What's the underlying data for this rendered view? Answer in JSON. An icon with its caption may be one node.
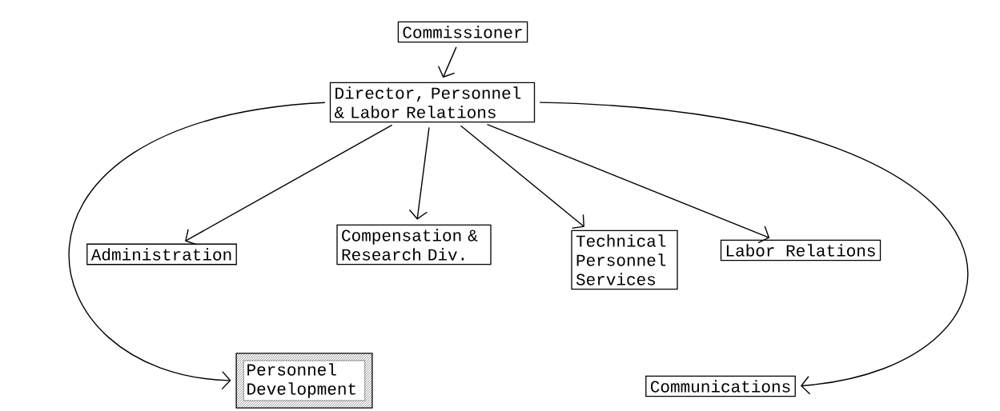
{
  "diagram": {
    "nodes": [
      {
        "text": [
          "Commissioner"
        ]
      },
      {
        "text": [
          "Director, Personnel & Labor Relations"
        ]
      },
      {
        "text": [
          "Administration"
        ]
      },
      {
        "text": [
          "Compensation & Research Div."
        ]
      },
      {
        "text": [
          "Technical Personnel Services"
        ]
      },
      {
        "text": [
          "Labor Relations"
        ]
      },
      {
        "text": [
          "Personnel Development"
        ]
      },
      {
        "text": [
          "Communications"
        ]
      }
    ],
    "edges": [
      {
        "from": 0,
        "to": 1,
        "arrow": "to"
      },
      {
        "from": 1,
        "to": 2,
        "arrow": "to"
      },
      {
        "from": 1,
        "to": 3,
        "arrow": "to"
      },
      {
        "from": 1,
        "to": 4,
        "arrow": "to"
      },
      {
        "from": 1,
        "to": 5,
        "arrow": "to"
      },
      {
        "from": 1,
        "to": 6,
        "arrow": "to"
      },
      {
        "from": 1,
        "to": 7,
        "arrow": "to"
      }
    ]
  }
}
